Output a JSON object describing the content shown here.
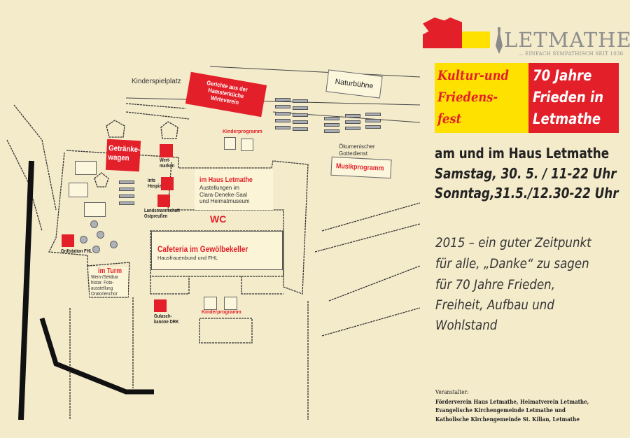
{
  "logo": {
    "name": "LETMATHE",
    "tagline": "... EINFACH SYMPATHISCH SEIT 1036",
    "red": "#e3202a",
    "yellow": "#ffe100"
  },
  "title": {
    "left": [
      "Kultur-und",
      "Friedens-",
      "fest"
    ],
    "right": [
      "70 Jahre",
      "Frieden in",
      "Letmathe"
    ]
  },
  "dates": [
    "am und im Haus Letmathe",
    "Samstag, 30. 5. / 11-22 Uhr",
    "Sonntag,31.5./12.30-22 Uhr"
  ],
  "message": [
    "2015 – ein guter Zeitpunkt",
    "für alle, „Danke“ zu sagen",
    "für 70 Jahre Frieden,",
    "Freiheit, Aufbau und",
    "Wohlstand"
  ],
  "organizer": {
    "heading": "Veranstalter:",
    "lines": [
      "Förderverein Haus Letmathe, Heimatverein Letmathe,",
      "Evangelische Kirchengemeinde Letmathe und",
      "Katholische Kirchengemeinde St. Kilian, Letmathe"
    ]
  },
  "map": {
    "kinderspielplatz": "Kinderspielplatz",
    "gerichte": [
      "Gerichte aus der",
      "Hamsterküche",
      "Wirteverein"
    ],
    "naturbuehne": "Naturbühne",
    "kinderprogramm_top": "Kinderprogramm",
    "oekumenisch": [
      "Ökumenischer",
      "Gottedienst"
    ],
    "musikprogramm": "Musikprogramm",
    "getraenke": [
      "Getränke-",
      "wagen"
    ],
    "wertmarken": [
      "Wert-",
      "marken"
    ],
    "info_hospiz": [
      "Info",
      "Hospiz"
    ],
    "landsmannschaft": [
      "Landsmannschaft",
      "Ostpreußen"
    ],
    "haus": {
      "title": "im Haus Letmathe",
      "lines": [
        "Austellungen im",
        "Clara-Deneke-Saal",
        "und Heimatmuseum"
      ]
    },
    "wc": "WC",
    "cafeteria": {
      "title": "Cafeteria im Gewölbekeller",
      "sub": "Hausfrauenbund und FHL"
    },
    "grillstation": "Grillstation FHL",
    "turm": {
      "title": "im Turm",
      "lines": [
        "Wein-/Sektbar",
        "histor. Foto-",
        "ausstellung",
        "Oratorienchor"
      ]
    },
    "gulasch": [
      "Gulasch-",
      "kanone DRK"
    ],
    "kinderprogramm_bottom": "Kinderprogramm"
  }
}
